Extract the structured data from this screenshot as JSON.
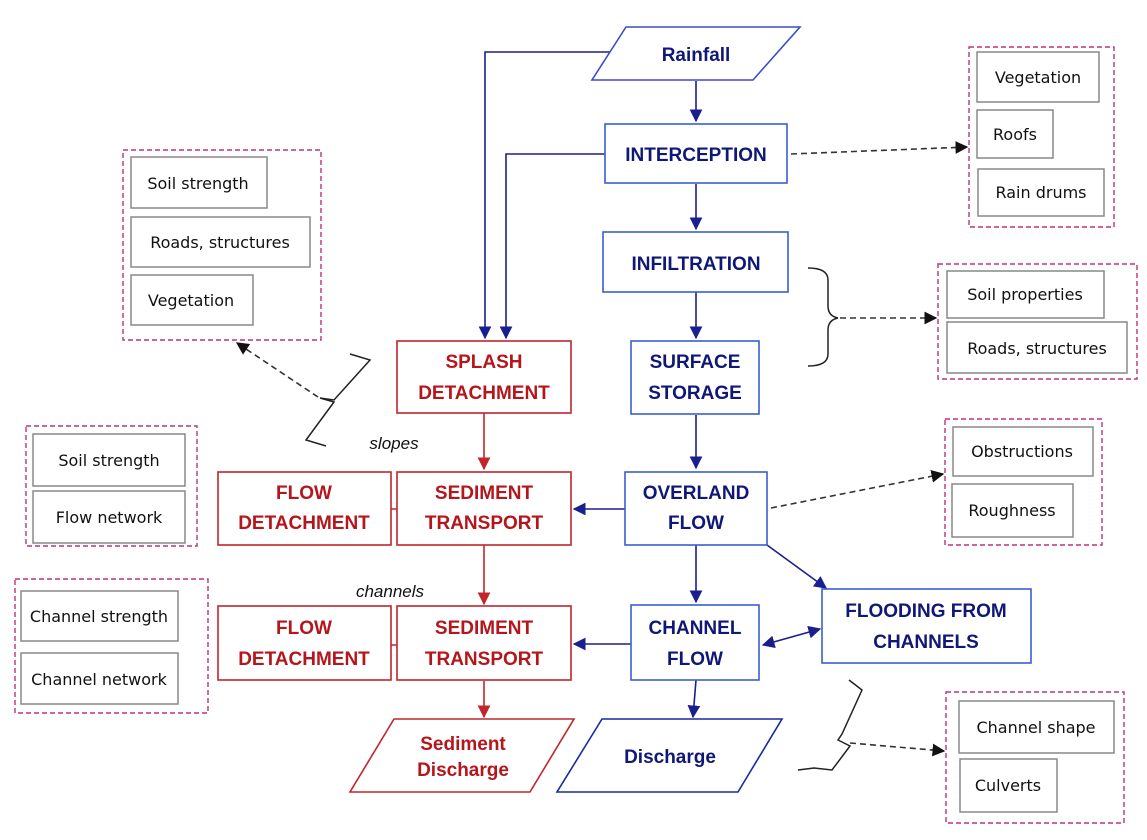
{
  "diagram": {
    "colors": {
      "process_blue": "#101877",
      "process_red": "#b4161c",
      "group_border": "#c0307a"
    },
    "nodes": {
      "rainfall": {
        "lines": [
          "Rainfall"
        ]
      },
      "interception": {
        "lines": [
          "INTERCEPTION"
        ]
      },
      "infiltration": {
        "lines": [
          "INFILTRATION"
        ]
      },
      "surface_storage": {
        "lines": [
          "SURFACE",
          "STORAGE"
        ]
      },
      "overland_flow": {
        "lines": [
          "OVERLAND",
          "FLOW"
        ]
      },
      "channel_flow": {
        "lines": [
          "CHANNEL",
          "FLOW"
        ]
      },
      "flooding": {
        "lines": [
          "FLOODING FROM",
          "CHANNELS"
        ]
      },
      "discharge": {
        "lines": [
          "Discharge"
        ]
      },
      "splash_detachment": {
        "lines": [
          "SPLASH",
          "DETACHMENT"
        ]
      },
      "flow_detachment_slopes": {
        "lines": [
          "FLOW",
          "DETACHMENT"
        ]
      },
      "sediment_transport_slopes": {
        "lines": [
          "SEDIMENT",
          "TRANSPORT"
        ]
      },
      "flow_detachment_channels": {
        "lines": [
          "FLOW",
          "DETACHMENT"
        ]
      },
      "sediment_transport_channels": {
        "lines": [
          "SEDIMENT",
          "TRANSPORT"
        ]
      },
      "sediment_discharge": {
        "lines": [
          "Sediment",
          "Discharge"
        ]
      }
    },
    "labels": {
      "slopes": "slopes",
      "channels": "channels"
    },
    "factor_groups": {
      "interception_factors": [
        "Vegetation",
        "Roofs",
        "Rain drums"
      ],
      "splash_factors": [
        "Soil strength",
        "Roads, structures",
        "Vegetation"
      ],
      "infiltration_factors": [
        "Soil properties",
        "Roads, structures"
      ],
      "overland_factors": [
        "Obstructions",
        "Roughness"
      ],
      "slope_flow_factors": [
        "Soil strength",
        "Flow network"
      ],
      "channel_sediment_factors": [
        "Channel strength",
        "Channel network"
      ],
      "channel_flow_factors": [
        "Channel shape",
        "Culverts"
      ]
    }
  }
}
